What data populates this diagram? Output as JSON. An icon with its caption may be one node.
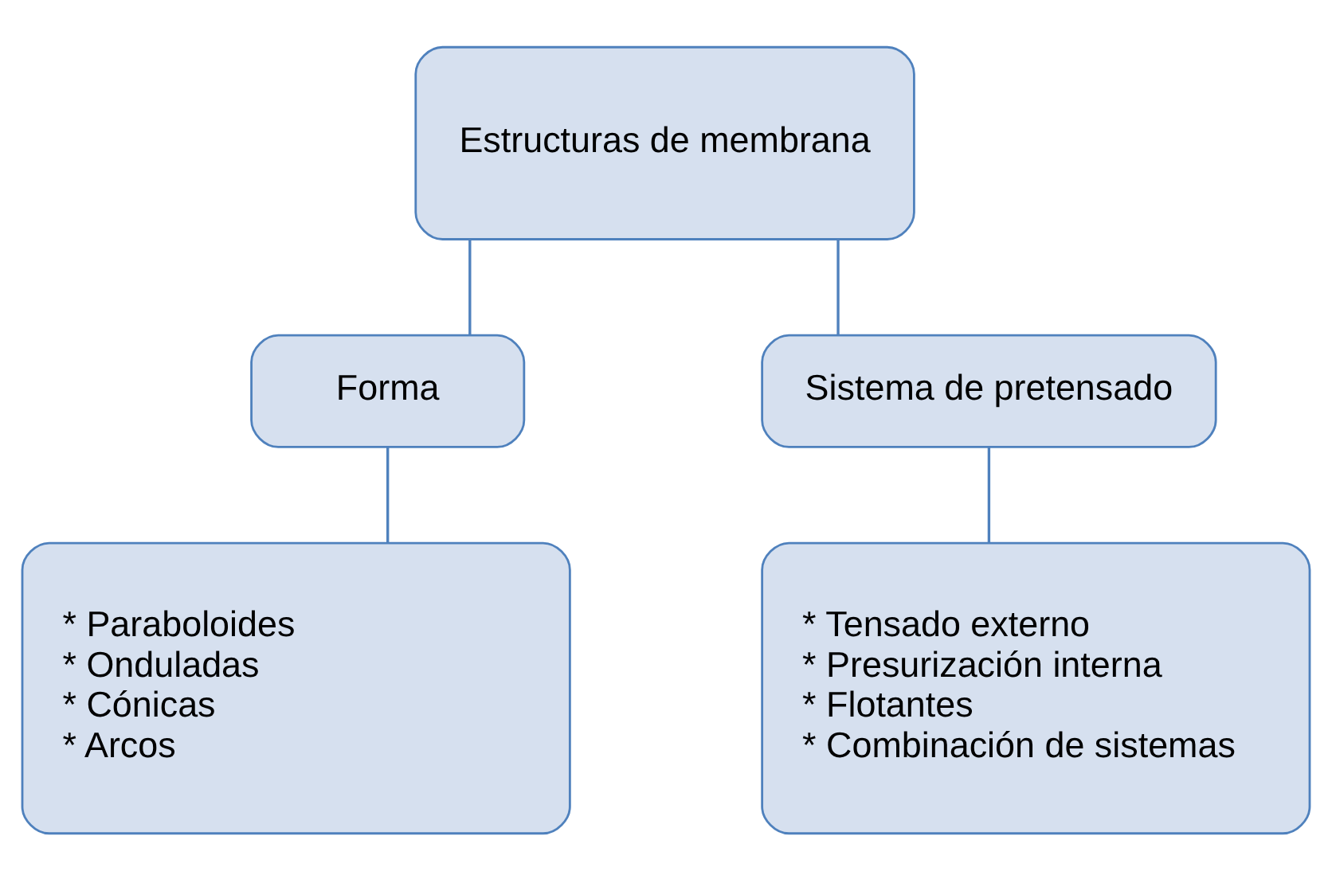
{
  "diagram": {
    "nodes": [
      {
        "text": [
          "Estructuras de membrana"
        ]
      },
      {
        "text": [
          "Forma"
        ]
      },
      {
        "text": [
          "Sistema de pretensado"
        ]
      },
      {
        "text": [
          "* Paraboloides",
          "* Onduladas",
          "* Cónicas",
          "* Arcos"
        ]
      },
      {
        "text": [
          "* Tensado externo",
          "* Presurización interna",
          "* Flotantes",
          "* Combinación de sistemas"
        ]
      }
    ],
    "edges": [
      {
        "from": 0,
        "to": 1,
        "arrow": "none"
      },
      {
        "from": 0,
        "to": 2,
        "arrow": "none"
      },
      {
        "from": 1,
        "to": 3,
        "arrow": "none"
      },
      {
        "from": 2,
        "to": 4,
        "arrow": "none"
      }
    ]
  }
}
